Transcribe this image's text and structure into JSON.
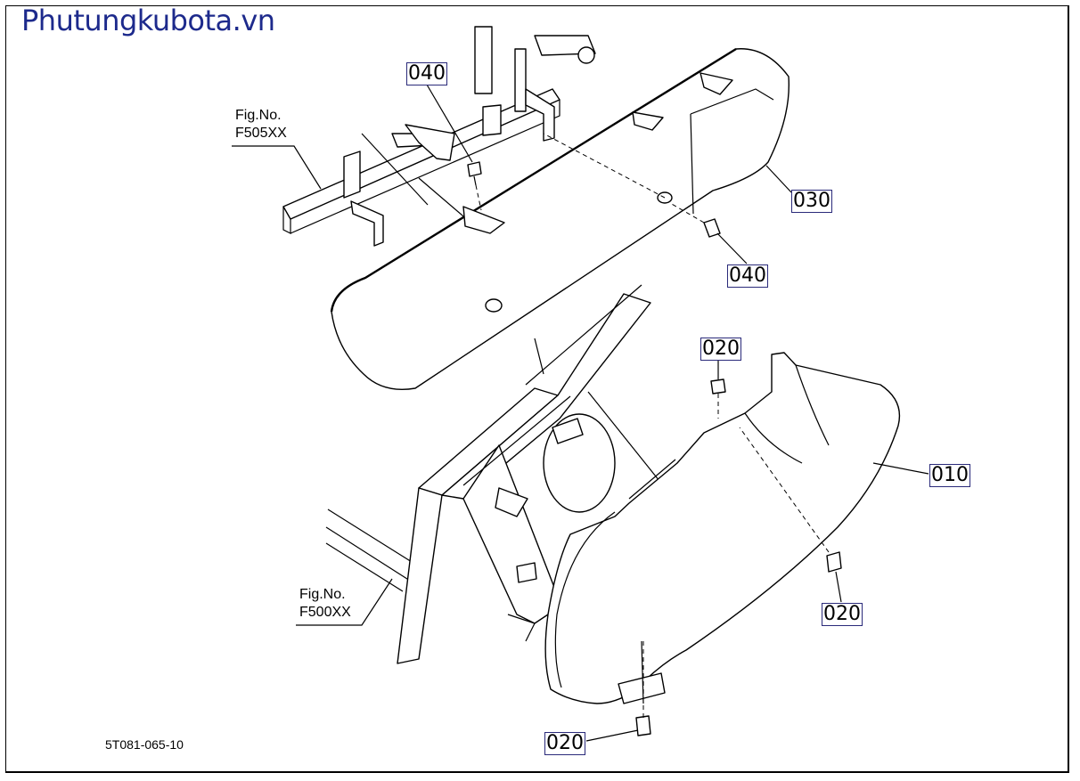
{
  "watermark": "Phutungkubota.vn",
  "diagram_code": "5T081-065-10",
  "figure_refs": [
    {
      "line1": "Fig.No.",
      "line2": "F505XX"
    },
    {
      "line1": "Fig.No.",
      "line2": "F500XX"
    }
  ],
  "callouts": {
    "c040_top": "040",
    "c040_right": "040",
    "c030": "030",
    "c020_top": "020",
    "c010": "010",
    "c020_right": "020",
    "c020_bottom": "020"
  },
  "colors": {
    "watermark": "#1d2a8c",
    "callout_border": "#2a2a7a",
    "line": "#000000"
  }
}
